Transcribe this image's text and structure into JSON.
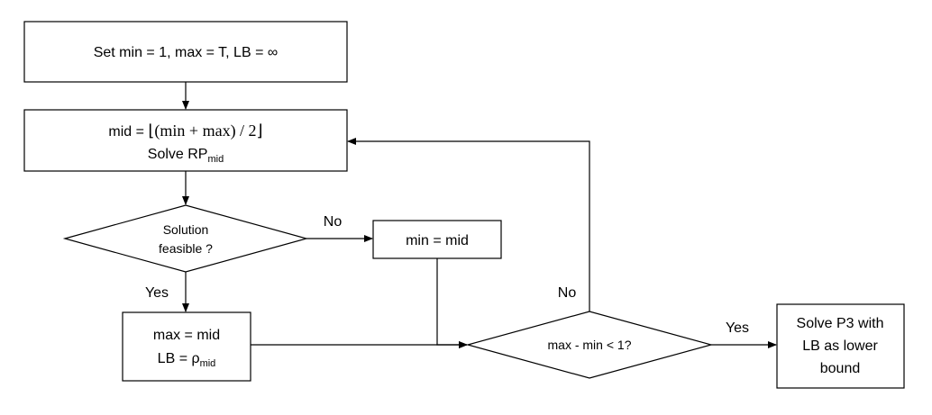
{
  "nodes": {
    "init": {
      "text": "Set min = 1, max = T, LB = ∞"
    },
    "mid": {
      "line1_prefix": "mid = ",
      "line1_formula": "⌊(min + max) / 2⌋",
      "line2_main": "Solve RP",
      "line2_sub": "mid"
    },
    "decision_feasible": {
      "line1": "Solution",
      "line2": "feasible ?"
    },
    "set_min": {
      "text": "min = mid"
    },
    "set_max": {
      "line1": "max = mid",
      "line2_main": "LB = ρ",
      "line2_sub": "mid"
    },
    "decision_converged": {
      "text": "max - min < 1?"
    },
    "solve_p3": {
      "line1": "Solve P3 with",
      "line2": "LB as lower",
      "line3": "bound"
    }
  },
  "edge_labels": {
    "feasible_no": "No",
    "feasible_yes": "Yes",
    "converged_no": "No",
    "converged_yes": "Yes"
  }
}
